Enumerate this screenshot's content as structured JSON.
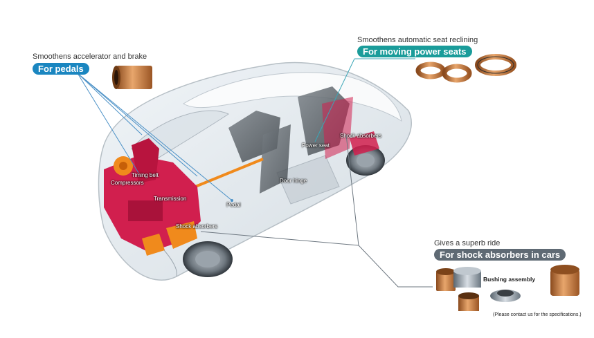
{
  "colors": {
    "pedals_pill": "#1a86c0",
    "seats_pill": "#1a9c9a",
    "shock_pill": "#5f6a74",
    "bushing_copper": "#c8844a",
    "engine_red": "#d11f4e",
    "engine_orange": "#f08a1c"
  },
  "callouts": {
    "pedals": {
      "caption": "Smoothens accelerator and brake",
      "pill": "For pedals"
    },
    "seats": {
      "caption": "Smoothens automatic seat reclining",
      "pill": "For moving power seats"
    },
    "shock": {
      "caption": "Gives a superb ride",
      "pill": "For shock absorbers in cars"
    }
  },
  "parts": {
    "timing_belt": "Timing belt",
    "compressors": "Compressors",
    "transmission": "Transmission",
    "pedal": "Pedal",
    "shock_front": "Shock absorbers",
    "power_seat": "Power seat",
    "shock_rear": "Shock absorbers",
    "door_hinge": "Door hinge"
  },
  "bushing_assembly": "Bushing assembly",
  "note": "(Please contact us for the specifications.)"
}
